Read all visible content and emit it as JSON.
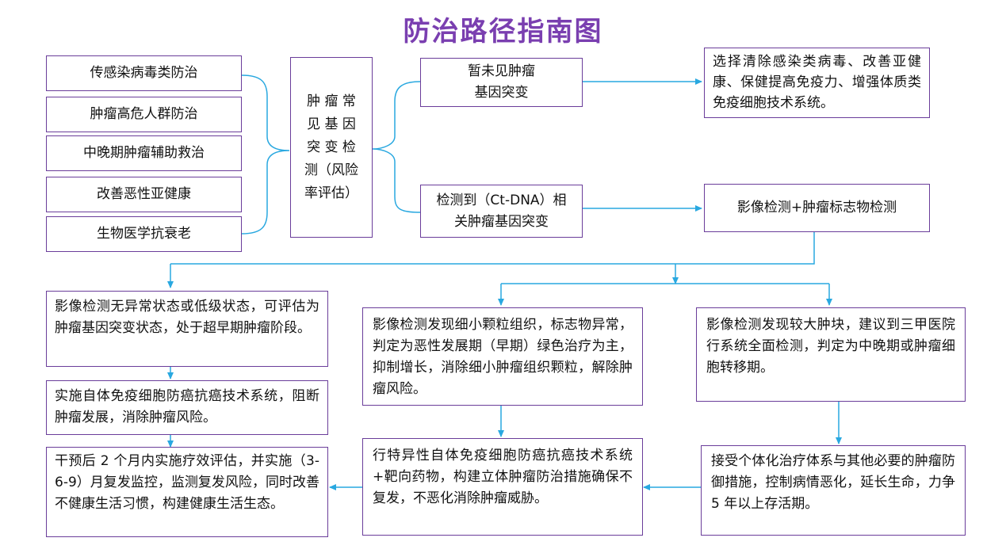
{
  "title": "防治路径指南图",
  "left_items": [
    "传感染病毒类防治",
    "肿瘤高危人群防治",
    "中晚期肿瘤辅助救治",
    "改善恶性亚健康",
    "生物医学抗衰老"
  ],
  "center_box": {
    "lines": [
      "肿 瘤 常",
      "见 基 因",
      "突 变 检",
      "测（风险",
      "率评估）"
    ]
  },
  "branch_top": {
    "lines": [
      "暂未见肿瘤",
      "基因突变"
    ]
  },
  "branch_bottom": {
    "lines": [
      "检测到（Ct-DNA）相",
      "关肿瘤基因突变"
    ]
  },
  "right_top": "选择清除感染类病毒、改善亚健康、保健提高免疫力、增强体质类免疫细胞技术系统。",
  "right_imaging": "影像检测+肿瘤标志物检测",
  "col1": {
    "box1": "影像检测无异常状态或低级状态，可评估为肿瘤基因突变状态，处于超早期肿瘤阶段。",
    "box2": "实施自体免疫细胞防癌抗癌技术系统，阻断肿瘤发展，消除肿瘤风险。",
    "box3": "干预后 2 个月内实施疗效评估，并实施（3-6-9）月复发监控，监测复发风险，同时改善不健康生活习惯，构建健康生活生态。"
  },
  "col2": {
    "box1": "影像检测发现细小颗粒组织，标志物异常，判定为恶性发展期（早期）绿色治疗为主，抑制增长，消除细小肿瘤组织颗粒，解除肿瘤风险。",
    "box2": "行特异性自体免疫细胞防癌抗癌技术系统+靶向药物，构建立体肿瘤防治措施确保不复发，不恶化消除肿瘤威胁。"
  },
  "col3": {
    "box1": "影像检测发现较大肿块，建议到三甲医院行系统全面检测，判定为中晚期或肿瘤细胞转移期。",
    "box2": "接受个体化治疗体系与其他必要的肿瘤防御措施，控制病情恶化，延长生命，力争 5 年以上存活期。"
  },
  "colors": {
    "border": "#6a3d9a",
    "connector": "#29a8e0",
    "title": "#7a3fb0"
  }
}
